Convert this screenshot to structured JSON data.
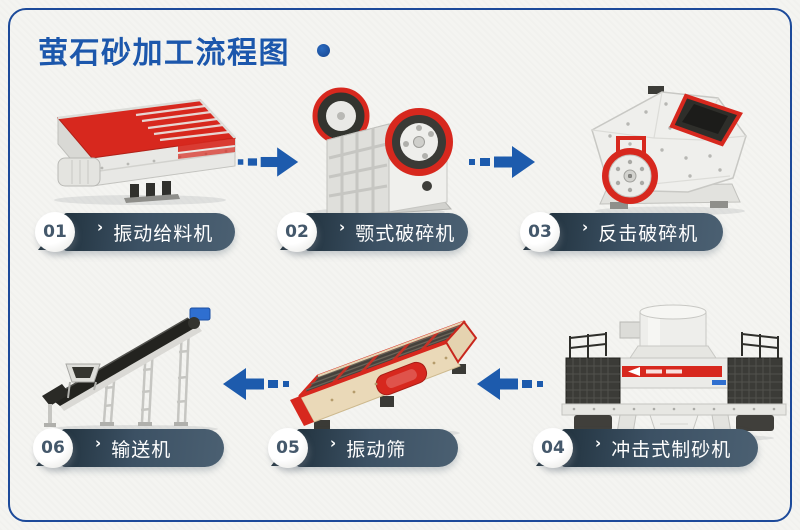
{
  "page": {
    "title": "萤石砂加工流程图"
  },
  "icons": {
    "chevron": "›"
  },
  "steps": [
    {
      "number": "01",
      "label": "振动给料机",
      "machine": "vibrating-feeder"
    },
    {
      "number": "02",
      "label": "颚式破碎机",
      "machine": "jaw-crusher"
    },
    {
      "number": "03",
      "label": "反击破碎机",
      "machine": "impact-crusher"
    },
    {
      "number": "04",
      "label": "冲击式制砂机",
      "machine": "sand-making-machine"
    },
    {
      "number": "05",
      "label": "振动筛",
      "machine": "vibrating-screen"
    },
    {
      "number": "06",
      "label": "输送机",
      "machine": "belt-conveyor"
    }
  ],
  "colors": {
    "accent_blue": "#1d5bad",
    "title_blue": "#1c57ac",
    "frame_border": "#1c4a9a",
    "machine_red": "#d7281e",
    "banner_slate_dark": "#22333f",
    "banner_slate": "#3c5164",
    "background": "#f4f4f1",
    "label_text": "#ffffff",
    "number_text": "#44586b"
  }
}
